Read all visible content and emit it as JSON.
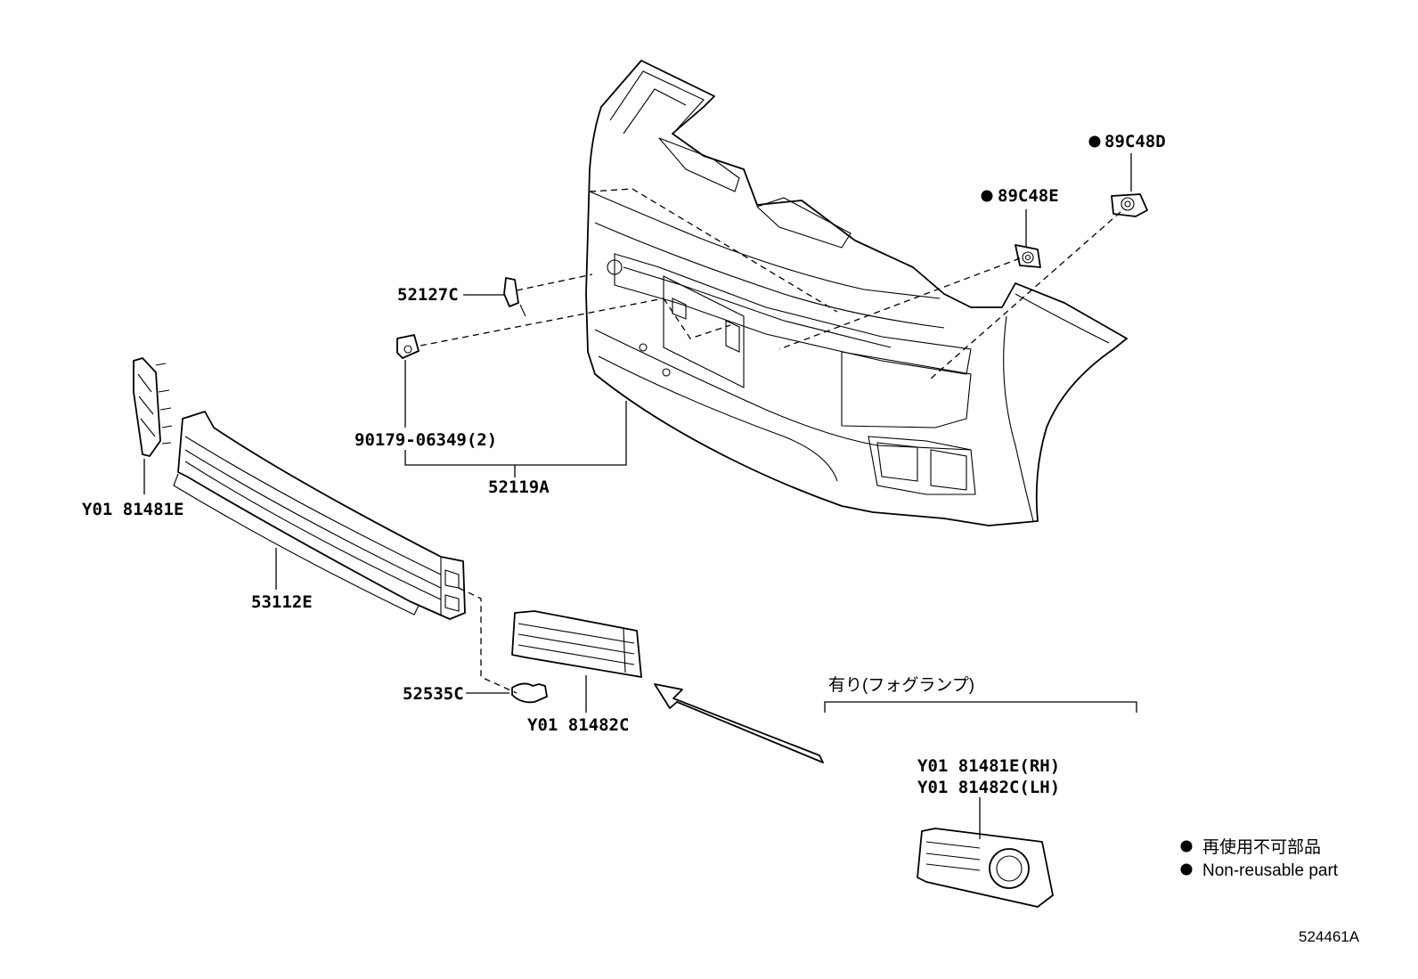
{
  "labels": {
    "p89c48d": "89C48D",
    "p89c48e": "89C48E",
    "p52127c": "52127C",
    "p90179": "90179-06349(2)",
    "p52119a": "52119A",
    "py01_81481e": "Y01 81481E",
    "p53112e": "53112E",
    "p52535c": "52535C",
    "py01_81482c": "Y01 81482C",
    "fog_header": "有り(フォグランプ)",
    "fog_rh": "Y01 81481E(RH)",
    "fog_lh": "Y01 81482C(LH)"
  },
  "legend": {
    "jp": "再使用不可部品",
    "en": "Non-reusable part"
  },
  "reference": "524461A"
}
